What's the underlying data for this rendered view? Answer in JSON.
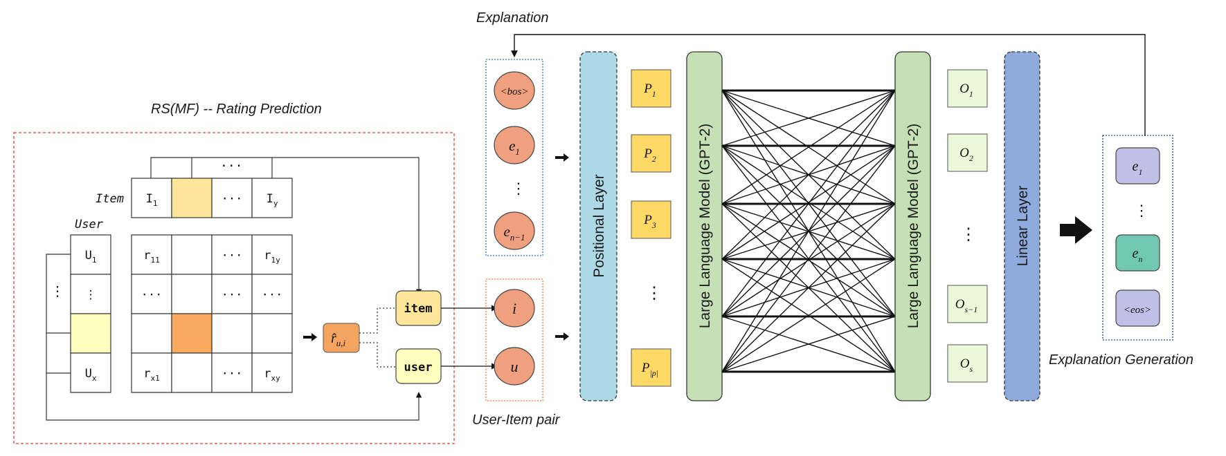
{
  "titles": {
    "rs": "RS(MF) -- Rating Prediction",
    "explanation": "Explanation",
    "pair": "User-Item pair",
    "generation": "Explanation Generation"
  },
  "matrix": {
    "item_label": "Item",
    "user_label": "User",
    "item_header": [
      "I",
      "",
      "···",
      "I"
    ],
    "item_header_subs": [
      "1",
      "",
      "",
      "y"
    ],
    "users": [
      "U",
      "⋮",
      "",
      "U"
    ],
    "user_subs": [
      "1",
      "",
      "",
      "x"
    ],
    "cells": [
      [
        "r",
        "",
        "···",
        "r"
      ],
      [
        "···",
        "",
        "···",
        "···"
      ],
      [
        "",
        "",
        "",
        ""
      ],
      [
        "r",
        "",
        "···",
        "r"
      ]
    ],
    "cell_subs": [
      [
        "11",
        "",
        "",
        "1y"
      ],
      [
        "",
        "",
        "",
        ""
      ],
      [
        "",
        "",
        "",
        ""
      ],
      [
        "x1",
        "",
        "",
        "xy"
      ]
    ],
    "top_dots": "···",
    "side_dots": "⋮"
  },
  "rating": {
    "symbol": "r̂",
    "sub": "u,i"
  },
  "nodes": {
    "item": "item",
    "user": "user"
  },
  "prompt_tokens": [
    {
      "base": "<bos>",
      "sub": ""
    },
    {
      "base": "e",
      "sub": "1"
    },
    {
      "base": "e",
      "sub": "n−1"
    }
  ],
  "prompt_dots": "⋮",
  "pair_tokens": [
    "i",
    "u"
  ],
  "layers": {
    "positional": "Positional Layer",
    "llm_left": "Large Language Model   (GPT-2)",
    "llm_right": "Large Language Model   (GPT-2)",
    "linear": "Linear Layer"
  },
  "positional_tokens": [
    {
      "base": "P",
      "sub": "1"
    },
    {
      "base": "P",
      "sub": "2"
    },
    {
      "base": "P",
      "sub": "3"
    },
    {
      "base": "P",
      "sub": "|p|"
    }
  ],
  "positional_dots": "⋮",
  "output_tokens": [
    {
      "base": "O",
      "sub": "1"
    },
    {
      "base": "O",
      "sub": "2"
    },
    {
      "base": "O",
      "sub": "s−1"
    },
    {
      "base": "O",
      "sub": "s"
    }
  ],
  "output_dots": "⋮",
  "generated_tokens": [
    {
      "base": "e",
      "sub": "1"
    },
    {
      "base": "e",
      "sub": "n"
    },
    {
      "base": "<eos>",
      "sub": ""
    }
  ],
  "generated_dots": "⋮",
  "colors": {
    "token_orange": "#F0A07E",
    "positional_blue": "#ADD8E6",
    "p_yellow": "#FFD966",
    "llm_green": "#C5E0B4",
    "linear_blue": "#8FAADC",
    "item_fill": "#FFE699",
    "user_fill": "#FFFFC0",
    "rating_fill": "#F4A460",
    "highlight_orange": "#F8AA5F",
    "gen_purple": "#C0C0E6",
    "gen_teal": "#70C8B0",
    "red_dash": "#E53935",
    "blue_dot": "#2E75B6",
    "orange_dot": "#ED7D31"
  }
}
